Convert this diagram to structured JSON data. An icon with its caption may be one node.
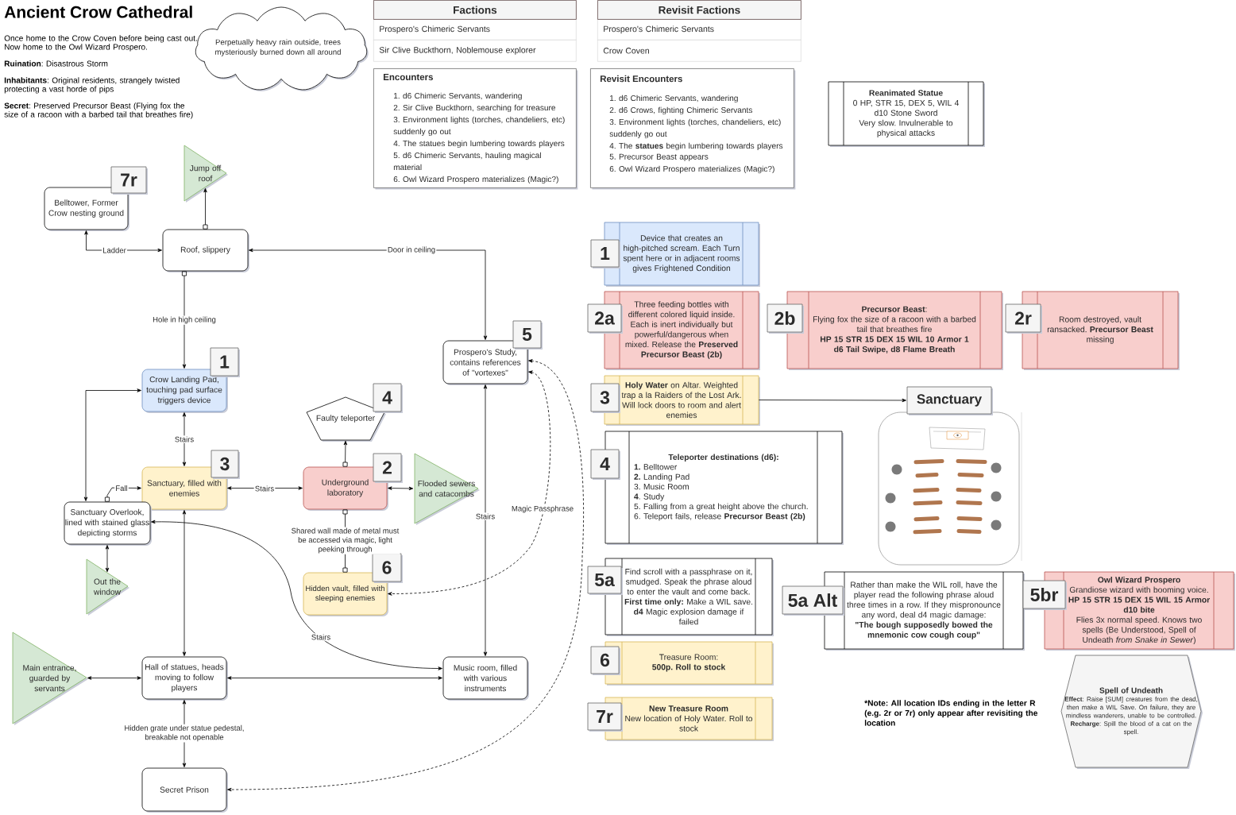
{
  "diagram": {
    "title": "Ancient Crow Cathedral",
    "nodes": [
      {
        "text": [
          "Perpetually heavy rain outside, trees mysteriously burned down all around"
        ]
      },
      {
        "text": [
          "Factions",
          "Prospero's Chimeric Servants",
          "Sir Clive Buckthorn, Noblemouse explorer"
        ]
      },
      {
        "text": [
          "Revisit Factions",
          "Prospero's Chimeric Servants",
          "Crow Coven"
        ]
      },
      {
        "text": [
          "Encounters",
          "1. d6 Chimeric Servants, wandering",
          "2. Sir Clive Buckthorn, searching for treasure",
          "3. Environment lights (torches, chandeliers, etc) suddenly go out",
          "4. The statues begin lumbering towards players",
          "5. d6 Chimeric Servants, hauling magical material",
          "6. Owl Wizard Prospero materializes (Magic?)"
        ]
      },
      {
        "text": [
          "Revisit Encounters",
          "1. d6 Chimeric Servants, wandering",
          "2. d6 Crows, fighting Chimeric Servants",
          "3. Environment lights (torches, chandeliers, etc) suddenly go out",
          "4. The **statues** begin lumbering towards players",
          "5. Precursor Beast appears",
          "6. Owl Wizard Prospero materializes (Magic?)"
        ]
      },
      {
        "text": [
          "Reanimated Statue",
          "0 HP, STR 15, DEX 5, WIL 4",
          "d10 Stone Sword",
          "Very slow. Invulnerable to physical attacks"
        ]
      },
      {
        "text": [
          "7r"
        ]
      },
      {
        "text": [
          "Belltower, Former Crow nesting ground"
        ]
      },
      {
        "text": [
          "Jump off roof"
        ]
      },
      {
        "text": [
          "Roof, slippery"
        ]
      },
      {
        "text": [
          "5"
        ]
      },
      {
        "text": [
          "Prospero's Study, contains references of \"vortexes\""
        ]
      },
      {
        "text": [
          "1"
        ]
      },
      {
        "text": [
          "Crow Landing Pad, touching pad surface triggers device"
        ]
      },
      {
        "text": [
          "4"
        ]
      },
      {
        "text": [
          "Faulty teleporter"
        ]
      },
      {
        "text": [
          "3"
        ]
      },
      {
        "text": [
          "Sanctuary, filled with enemies"
        ]
      },
      {
        "text": [
          "2"
        ]
      },
      {
        "text": [
          "Underground laboratory"
        ]
      },
      {
        "text": [
          "Flooded sewers and catacombs"
        ]
      },
      {
        "text": [
          "Sanctuary Overlook, lined with stained glass depicting storms"
        ]
      },
      {
        "text": [
          "6"
        ]
      },
      {
        "text": [
          "Hidden vault, filled with sleeping enemies"
        ]
      },
      {
        "text": [
          "Out the window"
        ]
      },
      {
        "text": [
          "Main entrance, guarded by servants"
        ]
      },
      {
        "text": [
          "Hall of statues, heads moving to follow players"
        ]
      },
      {
        "text": [
          "Music room, filled with various instruments"
        ]
      },
      {
        "text": [
          "Secret Prison"
        ]
      },
      {
        "text": [
          "1"
        ]
      },
      {
        "text": [
          "Device that creates an high-pitched scream. Each Turn spent here or in adjacent rooms gives Frightened Condition"
        ]
      },
      {
        "text": [
          "2a"
        ]
      },
      {
        "text": [
          "Three feeding bottles with different colored liquid inside. Each is inert individually but powerful/dangerous when mixed. Release the **Preserved Precursor Beast (2b)**"
        ]
      },
      {
        "text": [
          "2b"
        ]
      },
      {
        "text": [
          "**Precursor Beast**:",
          "Flying fox the size of a racoon with a barbed tail that breathes fire",
          "HP 15 STR 15 DEX 15 WIL 10 Armor 1",
          "d6 Tail Swipe, d8 Flame Breath"
        ]
      },
      {
        "text": [
          "2r"
        ]
      },
      {
        "text": [
          "Room destroyed, vault ransacked. **Precursor Beast** missing"
        ]
      },
      {
        "text": [
          "3"
        ]
      },
      {
        "text": [
          "**Holy Water** on Altar. Weighted trap a la Raiders of the Lost Ark. Will lock doors to room and alert enemies"
        ]
      },
      {
        "text": [
          "Sanctuary"
        ]
      },
      {
        "text": [
          "4"
        ]
      },
      {
        "text": [
          "Teleporter destinations (d6):",
          "**1.** Belltower",
          "**2.** Landing Pad",
          "3. Music Room",
          "**4**. Study",
          "5. Falling from a great height above the church.",
          "6. Teleport fails, release **Precursor Beast (2b)**"
        ]
      },
      {
        "text": [
          "5a"
        ]
      },
      {
        "text": [
          "Find scroll with a passphrase on it, smudged. Speak the phrase aloud to enter the vault and come back.",
          "**First time only:** Make a WIL save. **d4** Magic explosion damage if failed"
        ]
      },
      {
        "text": [
          "5a Alt"
        ]
      },
      {
        "text": [
          "Rather than make the WIL roll, have the player read the following phrase aloud three times in a row. If they mispronounce any word, deal d4 magic damage:",
          "\"The bough supposedly bowed the mnemonic cow cough coup\""
        ]
      },
      {
        "text": [
          "5br"
        ]
      },
      {
        "text": [
          "Owl Wizard Prospero",
          "Grandiose wizard with booming voice.",
          "HP 15 STR 15 DEX 15 WIL 15 Armor d10 bite",
          "Flies 3x normal speed. Knows two spells (Be Understood, Spell of Undeath *from Snake in Sewer*)"
        ]
      },
      {
        "text": [
          "6"
        ]
      },
      {
        "text": [
          "Treasure Room:",
          "500p. Roll to stock"
        ]
      },
      {
        "text": [
          "Spell of Undeath",
          "**Effect**: Raise [SUM] creatures from the dead, then make a WIL Save. On failure, they are mindless wanderers, unable to be controlled.",
          "**Recharge**: Spill the blood of a cat on the spell."
        ]
      },
      {
        "text": [
          "7r"
        ]
      },
      {
        "text": [
          "New Treasure Room",
          "New location of Holy Water. Roll to stock"
        ]
      }
    ],
    "edges": [
      {
        "from": 9,
        "to": 7,
        "arrow": "both",
        "label": "Ladder"
      },
      {
        "from": 9,
        "to": 8,
        "arrow": "to"
      },
      {
        "from": 11,
        "to": 9,
        "arrow": "both",
        "label": "Door in ceiling"
      },
      {
        "from": 9,
        "to": 13,
        "arrow": "to",
        "label": "Hole in high ceiling"
      },
      {
        "from": 13,
        "to": 17,
        "arrow": "both",
        "label": "Stairs"
      },
      {
        "from": 21,
        "to": 13,
        "arrow": "both"
      },
      {
        "from": 21,
        "to": 17,
        "arrow": "to",
        "label": "Fall"
      },
      {
        "from": 17,
        "to": 19,
        "arrow": "both",
        "label": "Stairs"
      },
      {
        "from": 19,
        "to": 15,
        "arrow": "to"
      },
      {
        "from": 19,
        "to": 20,
        "arrow": "both"
      },
      {
        "from": 19,
        "to": 23,
        "arrow": "other",
        "label": "Shared wall made of metal must be accessed via magic, light peeking through"
      },
      {
        "from": 21,
        "to": 24,
        "arrow": "both"
      },
      {
        "from": 17,
        "to": 26,
        "arrow": "both"
      },
      {
        "from": 11,
        "to": 27,
        "arrow": "both",
        "label": "Stairs"
      },
      {
        "from": 11,
        "to": 23,
        "arrow": "both",
        "label": "Magic Passphrase",
        "style": "dashed"
      },
      {
        "from": 11,
        "to": 28,
        "arrow": "both",
        "style": "dashed"
      },
      {
        "from": 21,
        "to": 27,
        "arrow": "both",
        "label": "Stairs"
      },
      {
        "from": 25,
        "to": 26,
        "arrow": "both"
      },
      {
        "from": 26,
        "to": 27,
        "arrow": "both"
      },
      {
        "from": 26,
        "to": 28,
        "arrow": "both",
        "label": "Hidden grate under statue pedestal, breakable not openable"
      },
      {
        "from": 38,
        "to": 39,
        "arrow": "to"
      }
    ],
    "labels": [
      "Once home to the Crow Coven before being cast out. Now home to the Owl Wizard Prospero.",
      "**Ruination**: Disastrous Storm",
      "**Inhabitants**: Original residents, strangely twisted protecting a vast horde of pips",
      "**Secret**: Preserved Precursor Beast (Flying fox the size of a racoon with a barbed tail that breathes fire)",
      "*Note: All location IDs ending in the letter R (e.g. 2r or 7r) only appear after revisiting the location"
    ]
  }
}
